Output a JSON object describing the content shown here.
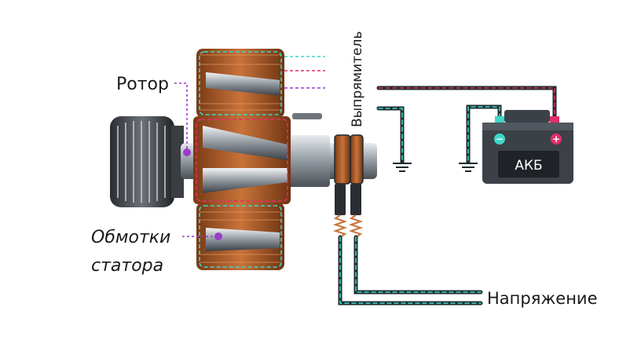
{
  "labels": {
    "rotor": "Ротор",
    "stator_line1": "Обмотки",
    "stator_line2": "статора",
    "rectifier": "Выпрямитель",
    "voltage": "Напряжение",
    "battery": "АКБ"
  },
  "battery_terminals": {
    "minus": "−",
    "plus": "+"
  },
  "colors": {
    "wire_dark": "#1c2a2c",
    "wire_teal": "#3dd8c8",
    "wire_red": "#e0306a",
    "wire_purple": "#9b3bc8",
    "copper": "#b8622a",
    "steel": "#a8aeb4",
    "battery_body": "#3c4148",
    "battery_plus": "#e0306a",
    "battery_minus": "#3dd8c8"
  },
  "icons": [
    "ground-symbol",
    "battery-icon",
    "pulley-icon",
    "spring-brush-icon"
  ]
}
